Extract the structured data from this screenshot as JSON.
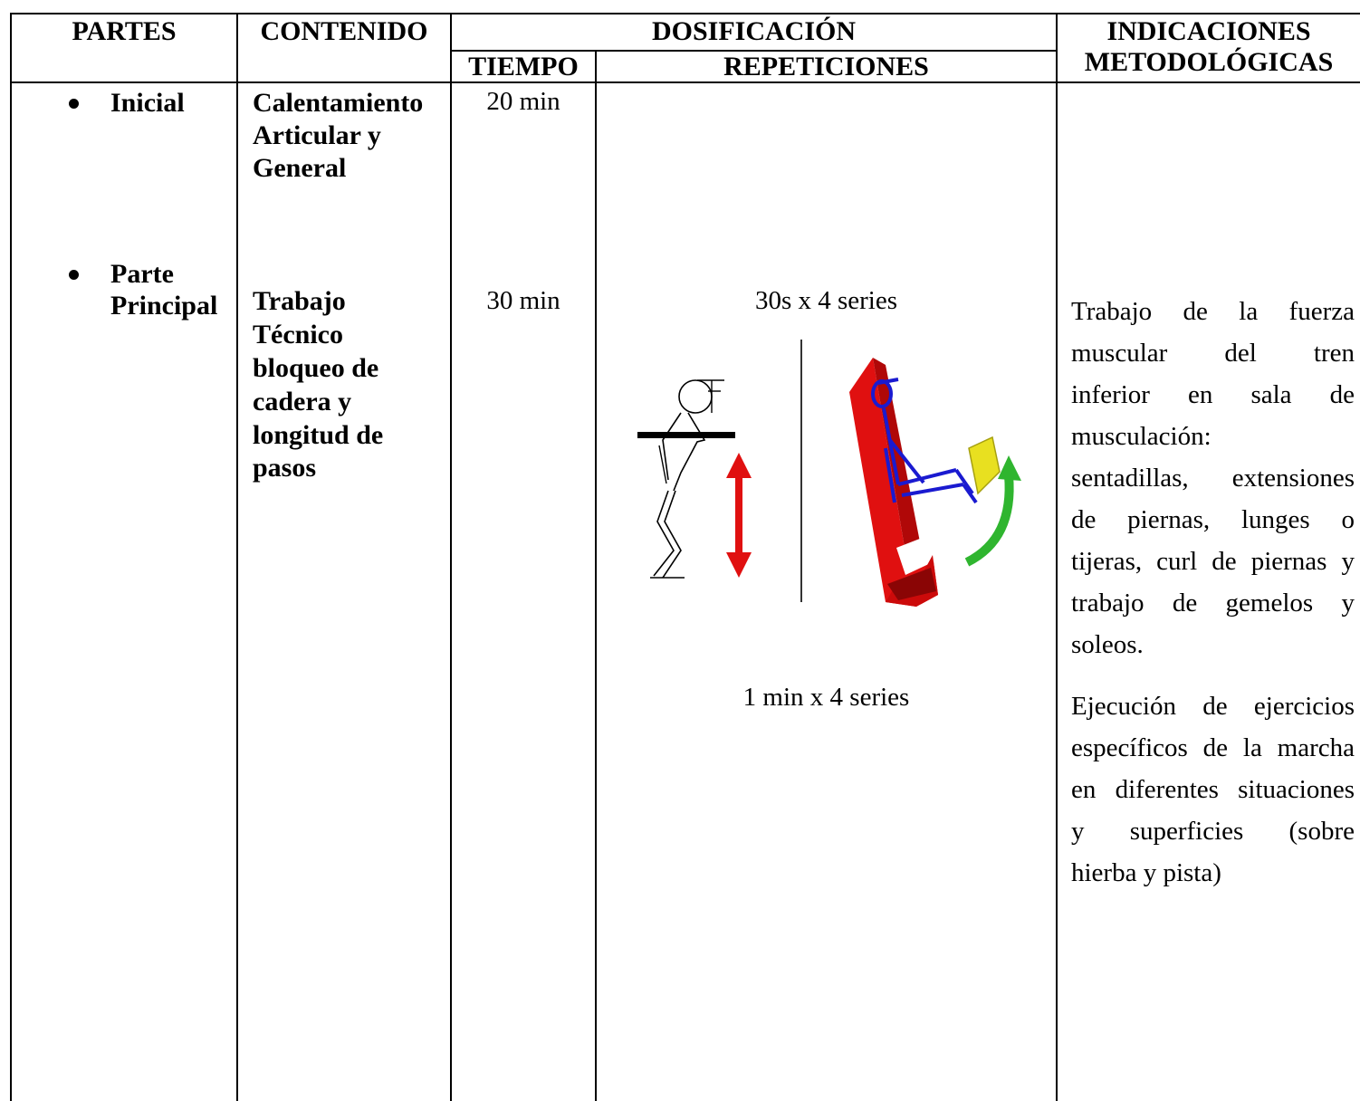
{
  "header": {
    "partes": "PARTES",
    "contenido": "CONTENIDO",
    "dosificacion": "DOSIFICACIÓN",
    "tiempo": "TIEMPO",
    "repeticiones": "REPETICIONES",
    "indicaciones_1": "INDICACIONES",
    "indicaciones_2": "METODOLÓGICAS"
  },
  "rows": {
    "inicial": {
      "parte": "Inicial",
      "contenido": [
        "Calentamiento",
        "Articular y",
        "General"
      ],
      "tiempo": "20 min"
    },
    "principal": {
      "parte": [
        "Parte",
        "Principal"
      ],
      "contenido": [
        "Trabajo",
        "Técnico",
        "bloqueo de",
        "cadera y",
        "longitud de",
        "pasos"
      ],
      "tiempo": "30 min",
      "repeticiones_1": "30s x 4 series",
      "repeticiones_2": "1 min x 4 series",
      "indicaciones_1": [
        "Trabajo de la fuerza",
        "muscular del tren",
        "inferior en sala de",
        "musculación:",
        "sentadillas, extensiones",
        "de piernas, lunges o",
        "tijeras, curl de piernas y",
        "trabajo de gemelos y",
        "soleos."
      ],
      "indicaciones_2": [
        "Ejecución de ejercicios",
        "específicos de la marcha",
        "en diferentes situaciones",
        "y superficies (sobre",
        "hierba y pista)"
      ]
    }
  },
  "colors": {
    "machine_red": "#e01010",
    "figure_blue": "#1a1ad0",
    "arrow_green": "#2fb52f",
    "pad_yellow": "#e8e020"
  },
  "icons": [
    "squat-figure-illustration",
    "leg-extension-machine-illustration"
  ]
}
